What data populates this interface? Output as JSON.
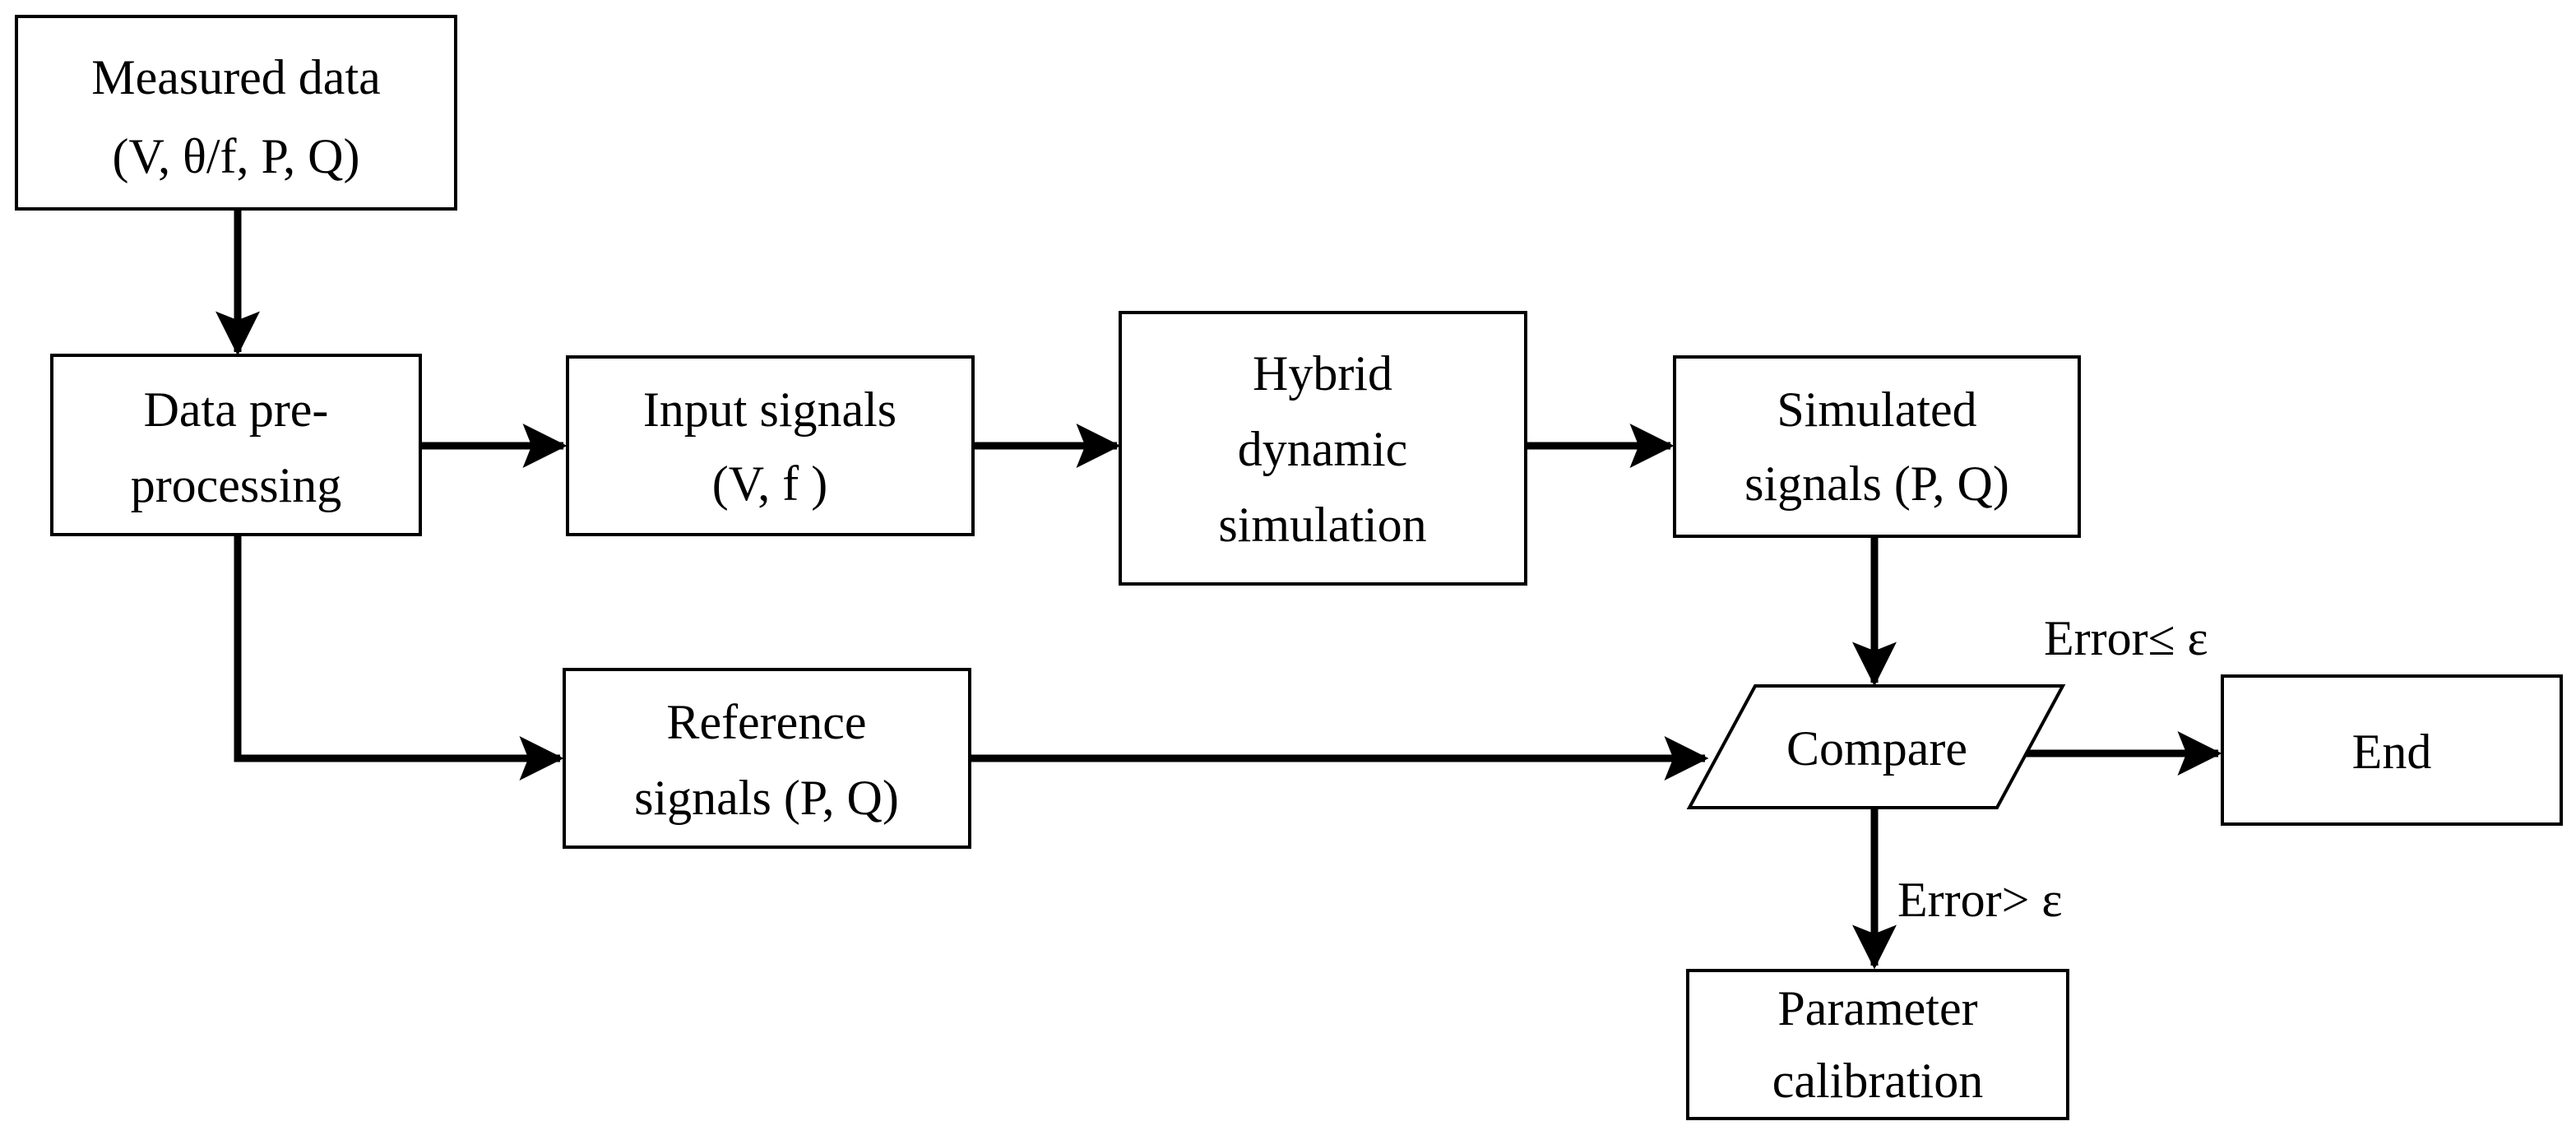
{
  "nodes": {
    "measured": {
      "line1": "Measured data",
      "line2": "(V, θ/f, P, Q)"
    },
    "preproc": {
      "line1": "Data pre-",
      "line2": "processing"
    },
    "input": {
      "line1": "Input signals",
      "line2": "(V, f )"
    },
    "hybrid": {
      "line1": "Hybrid",
      "line2": "dynamic",
      "line3": "simulation"
    },
    "simulated": {
      "line1": "Simulated",
      "line2": "signals (P, Q)"
    },
    "reference": {
      "line1": "Reference",
      "line2": "signals (P, Q)"
    },
    "compare": {
      "line1": "Compare"
    },
    "end": {
      "line1": "End"
    },
    "calib": {
      "line1": "Parameter",
      "line2": "calibration"
    }
  },
  "edge_labels": {
    "error_le": "Error≤ ε",
    "error_gt": "Error> ε"
  }
}
